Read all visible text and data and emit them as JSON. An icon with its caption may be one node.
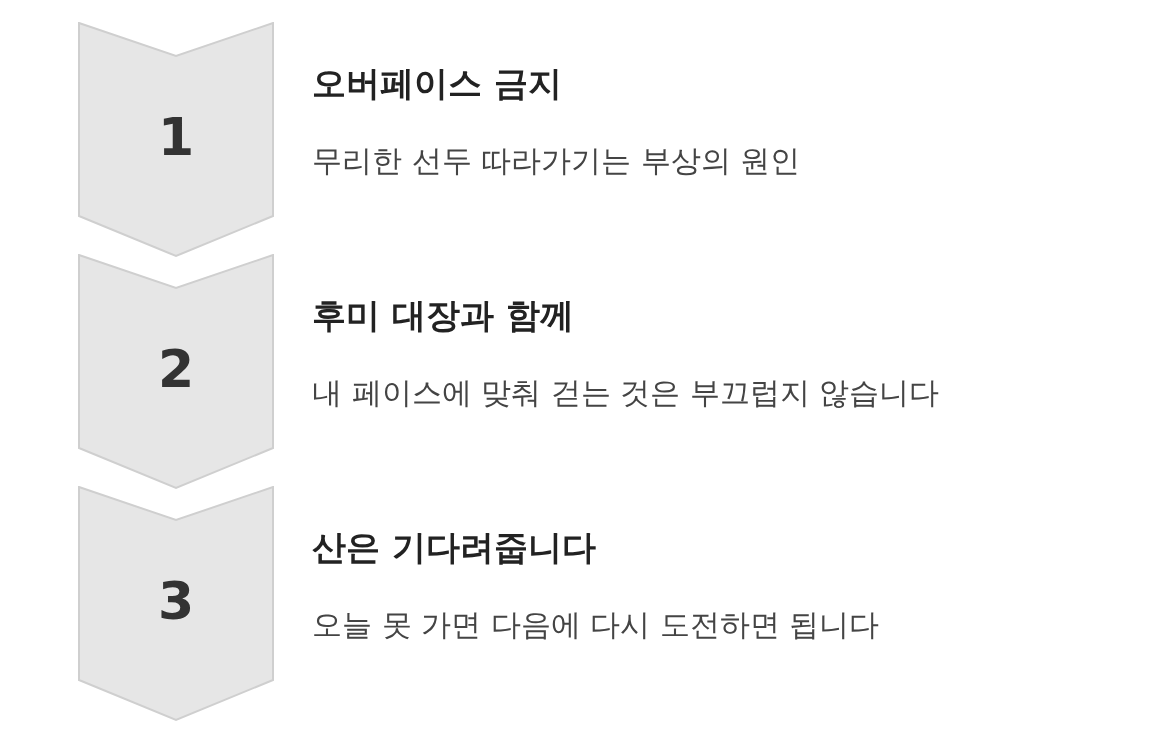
{
  "diagram": {
    "nodes": [
      {
        "text": [
          "1"
        ],
        "beside": [
          "오버페이스 금지",
          "무리한 선두 따라가기는 부상의 원인"
        ]
      },
      {
        "text": [
          "2"
        ],
        "beside": [
          "후미 대장과 함께",
          "내 페이스에 맞춰 걷는 것은 부끄럽지 않습니다"
        ]
      },
      {
        "text": [
          "3"
        ],
        "beside": [
          "산은 기다려줍니다",
          "오늘 못 가면 다음에 다시 도전하면 됩니다"
        ]
      }
    ]
  }
}
